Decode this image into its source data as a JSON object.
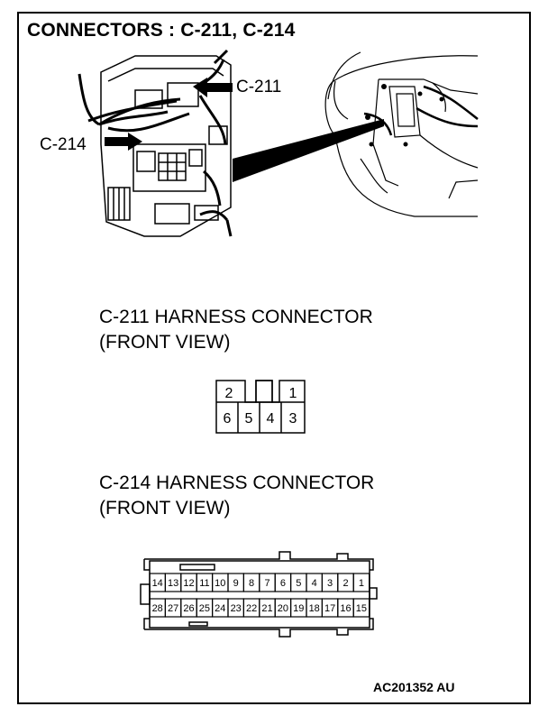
{
  "title": "CONNECTORS : C-211, C-214",
  "callouts": {
    "c211": "C-211",
    "c214": "C-214"
  },
  "c211": {
    "heading_line1": "C-211 HARNESS CONNECTOR",
    "heading_line2": "(FRONT VIEW)",
    "top_pins": [
      "2",
      "1"
    ],
    "bottom_pins": [
      "6",
      "5",
      "4",
      "3"
    ]
  },
  "c214": {
    "heading_line1": "C-214 HARNESS CONNECTOR",
    "heading_line2": "(FRONT VIEW)",
    "top_pins": [
      "14",
      "13",
      "12",
      "11",
      "10",
      "9",
      "8",
      "7",
      "6",
      "5",
      "4",
      "3",
      "2",
      "1"
    ],
    "bottom_pins": [
      "28",
      "27",
      "26",
      "25",
      "24",
      "23",
      "22",
      "21",
      "20",
      "19",
      "18",
      "17",
      "16",
      "15"
    ]
  },
  "doc_id": "AC201352 AU"
}
